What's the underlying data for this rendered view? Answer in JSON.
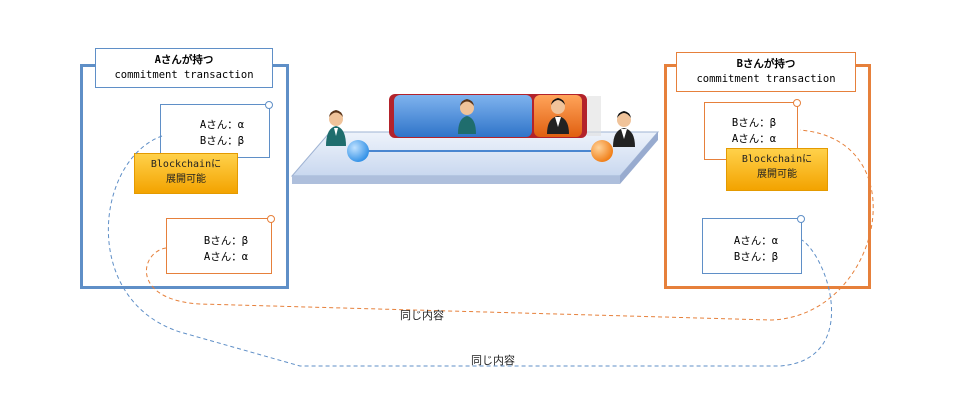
{
  "left_panel": {
    "title_line1": "Aさんが持つ",
    "title_line2": "commitment transaction",
    "tx_top": {
      "line1": "Aさん：α",
      "line2": "Bさん：β"
    },
    "badge": {
      "line1": "Blockchainに",
      "line2": "展開可能"
    },
    "tx_bottom": {
      "line1": "Bさん：β",
      "line2": "Aさん：α"
    }
  },
  "right_panel": {
    "title_line1": "Bさんが持つ",
    "title_line2": "commitment transaction",
    "tx_top": {
      "line1": "Bさん：β",
      "line2": "Aさん：α"
    },
    "badge": {
      "line1": "Blockchainに",
      "line2": "展開可能"
    },
    "tx_bottom": {
      "line1": "Aさん：α",
      "line2": "Bさん：β"
    }
  },
  "connectors": {
    "orange_label": "同じ内容",
    "blue_label": "同じ内容"
  },
  "colors": {
    "blue": "#5f8fc7",
    "orange": "#e6803b",
    "badge_gold": "#f7b500"
  }
}
